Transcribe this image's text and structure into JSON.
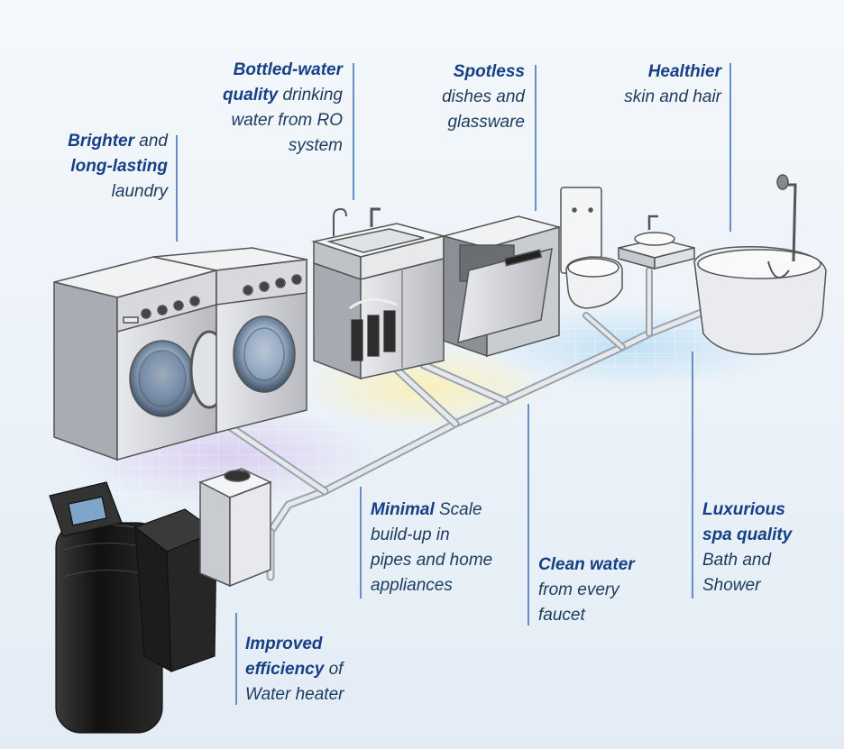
{
  "callouts": {
    "laundry": {
      "b1": "Brighter",
      "t1": " and",
      "b2": "long-lasting",
      "t2": "laundry"
    },
    "ro": {
      "b1": "Bottled-water",
      "b2": "quality",
      "t2": " drinking",
      "t3": "water from RO",
      "t4": "system"
    },
    "dishes": {
      "b1": "Spotless",
      "t2": "dishes and",
      "t3": "glassware"
    },
    "skin": {
      "b1": "Healthier",
      "t2": "skin and hair"
    },
    "scale": {
      "b1": "Minimal",
      "t1": " Scale",
      "t2": "build-up in",
      "t3": "pipes and home",
      "t4": "appliances"
    },
    "clean": {
      "b1": "Clean water",
      "t2": "from every",
      "t3": "faucet"
    },
    "spa": {
      "b1": "Luxurious",
      "b2": "spa quality",
      "t3": "Bath and",
      "t4": "Shower"
    },
    "heater": {
      "b1": "Improved",
      "b2": "efficiency",
      "t2": " of",
      "t3": "Water heater"
    }
  },
  "colors": {
    "accent": "#163f86",
    "line": "#3b6fb5",
    "steel": "#c9ccd1",
    "softener": "#1a1a1a"
  },
  "icons": [
    "washing-machine-icon",
    "dryer-icon",
    "sink-icon",
    "ro-filter-icon",
    "dishwasher-icon",
    "toilet-icon",
    "basin-icon",
    "bathtub-icon",
    "water-softener-icon",
    "brine-tank-icon",
    "water-heater-icon",
    "pipe-network-icon"
  ]
}
